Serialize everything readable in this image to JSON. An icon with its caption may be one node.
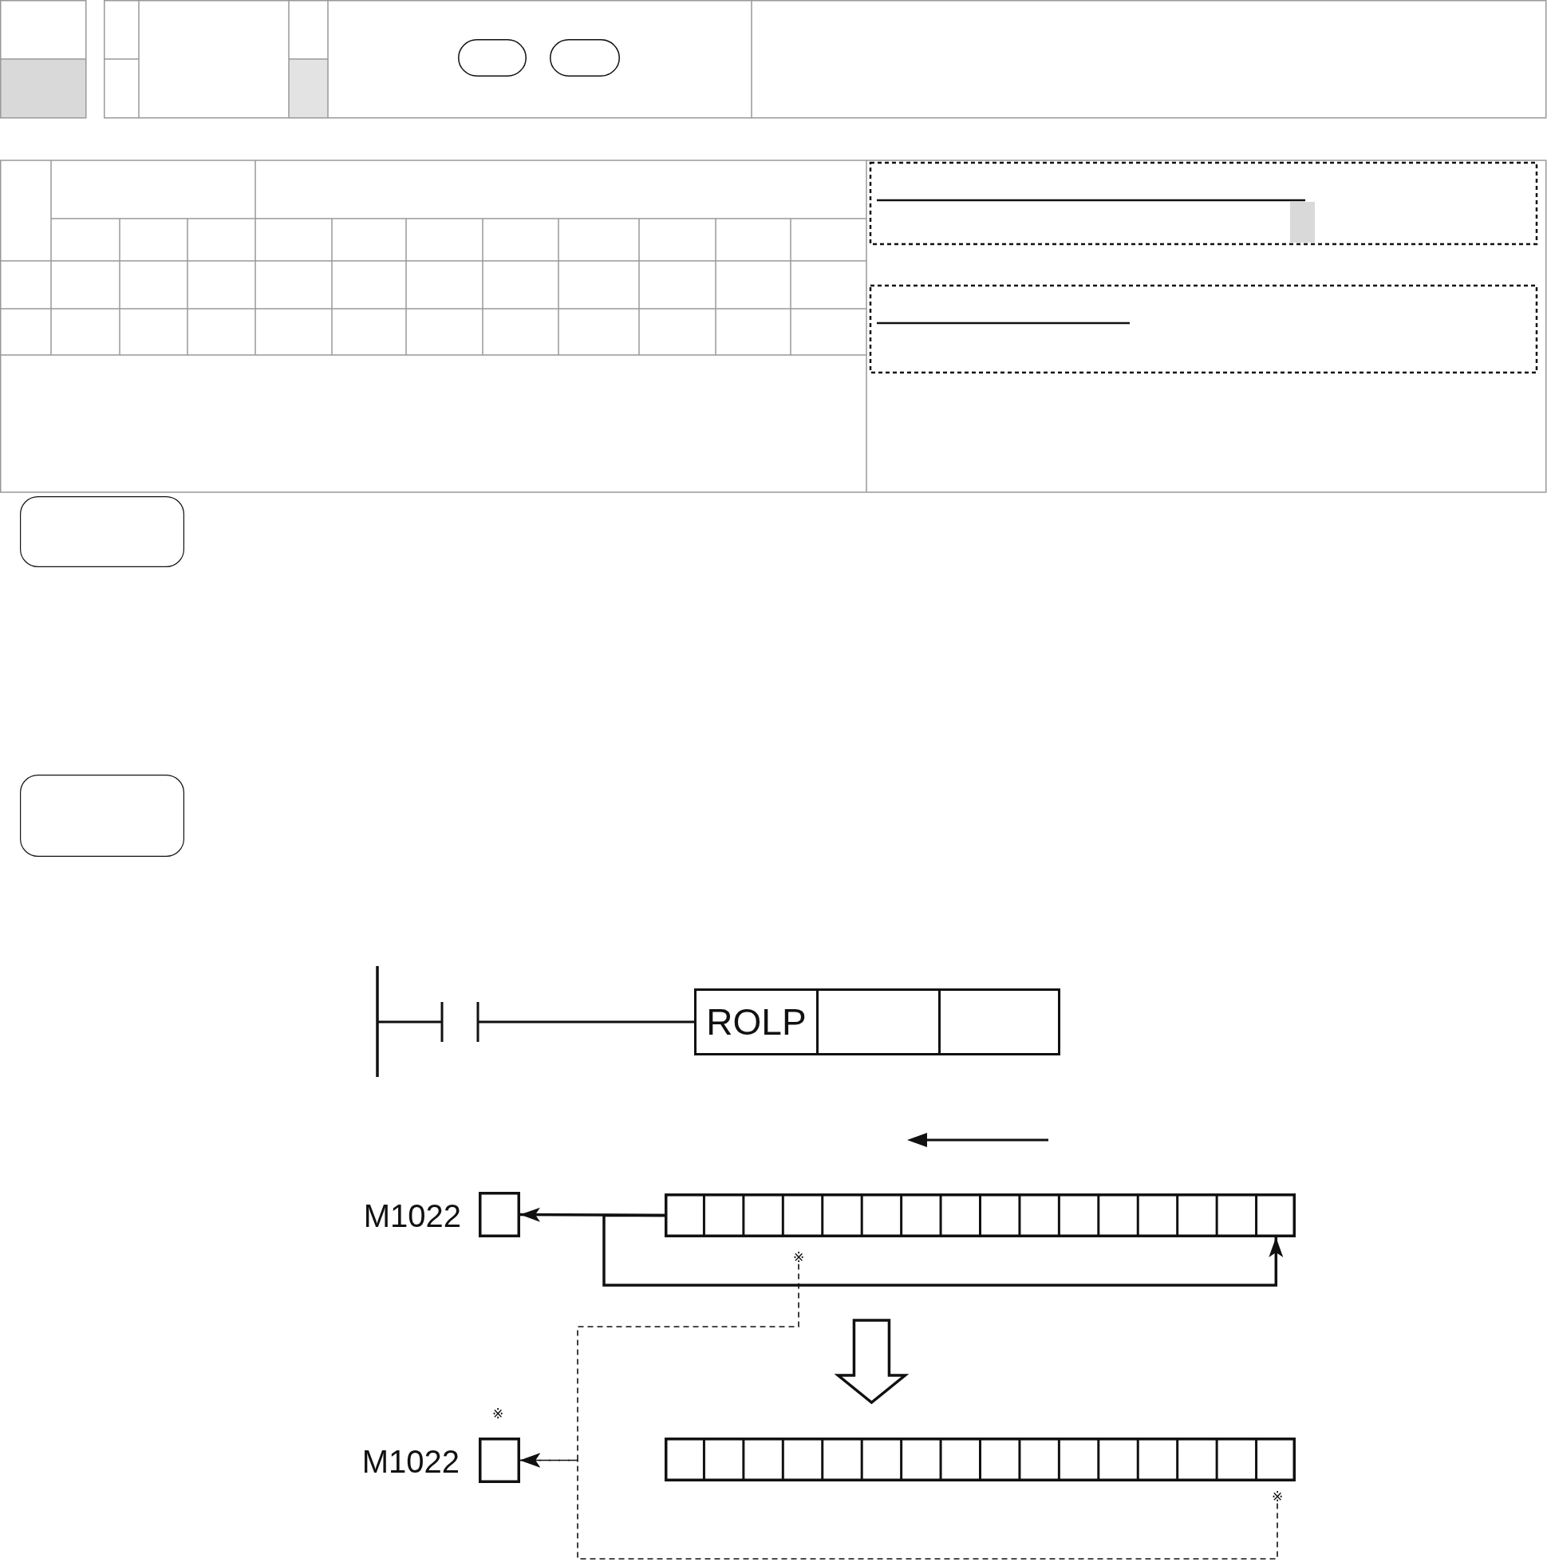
{
  "diagram": {
    "nodes": [
      {
        "text": [],
        "shape": "box"
      },
      {
        "text": [],
        "shape": "box"
      },
      {
        "text": [],
        "shape": "box"
      },
      {
        "text": [],
        "shape": "box"
      },
      {
        "text": [
          "ROLP"
        ]
      },
      {
        "text": [],
        "shape": "box",
        "beside": [
          "M1022"
        ]
      },
      {
        "text": [],
        "shape": "box"
      },
      {
        "text": [
          "※"
        ]
      },
      {
        "text": [],
        "shape": "box",
        "beside": [
          "※",
          "M1022"
        ]
      },
      {
        "text": [],
        "shape": "box"
      },
      {
        "text": [
          "※"
        ]
      }
    ],
    "edges": [
      {
        "from": 6,
        "to": 5,
        "arrow": "to"
      },
      {
        "from": 6,
        "to": 6,
        "arrow": "to"
      },
      {
        "from": 6,
        "to": 9,
        "arrow": "to",
        "style": "thick"
      },
      {
        "from": 7,
        "to": 8,
        "arrow": "to",
        "style": "dashed"
      },
      {
        "from": 10,
        "to": 8,
        "arrow": "to",
        "style": "dashed"
      }
    ]
  }
}
